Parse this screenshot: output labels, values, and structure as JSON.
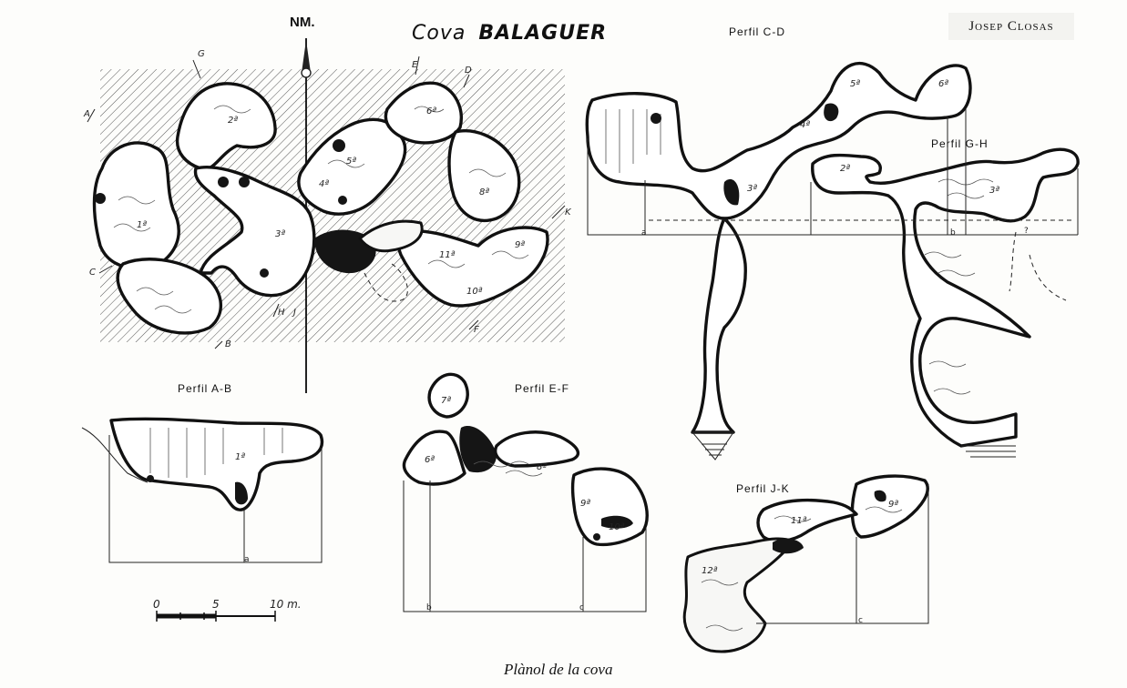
{
  "header": {
    "title_prefix": "Cova",
    "title_name": "BALAGUER",
    "author": "Josep Closas",
    "north": "NM."
  },
  "profiles": {
    "ab": "Perfil A-B",
    "cd": "Perfil C-D",
    "gh": "Perfil G-H",
    "ef": "Perfil E-F",
    "jk": "Perfil J-K"
  },
  "plan_points": [
    "A",
    "B",
    "C",
    "D",
    "E",
    "F",
    "G",
    "H",
    "J",
    "K"
  ],
  "chambers": [
    "1ª",
    "2ª",
    "3ª",
    "4ª",
    "5ª",
    "6ª",
    "7ª",
    "8ª",
    "9ª",
    "10ª",
    "11ª",
    "12ª"
  ],
  "scale": {
    "ticks": [
      "0",
      "5",
      "10 m."
    ]
  },
  "section_marks": {
    "a": "a",
    "b": "b",
    "c": "c",
    "q": "?"
  },
  "caption": "Plànol de la cova",
  "colors": {
    "ink": "#111111",
    "paper": "#fdfdfb",
    "hatch": "#555555"
  }
}
